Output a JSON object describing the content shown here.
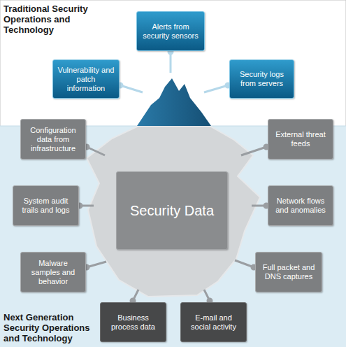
{
  "diagram": {
    "nodes": [
      {
        "text": [
          "Alerts from security sensors"
        ]
      },
      {
        "text": [
          "Vulnerability and patch information"
        ]
      },
      {
        "text": [
          "Security logs from servers"
        ]
      },
      {
        "text": [
          "Configuration data from infrastructure"
        ]
      },
      {
        "text": [
          "External threat feeds"
        ]
      },
      {
        "text": [
          "System audit trails and logs"
        ]
      },
      {
        "text": [
          "Security Data"
        ]
      },
      {
        "text": [
          "Network flows and anomalies"
        ]
      },
      {
        "text": [
          "Malware samples and behavior"
        ]
      },
      {
        "text": [
          "Full packet and DNS captures"
        ]
      },
      {
        "text": [
          "Business process data"
        ]
      },
      {
        "text": [
          "E-mail and social activity"
        ]
      }
    ],
    "labels": [
      "Traditional Security Operations and Technology",
      "Next Generation Security Operations and Technology"
    ]
  }
}
